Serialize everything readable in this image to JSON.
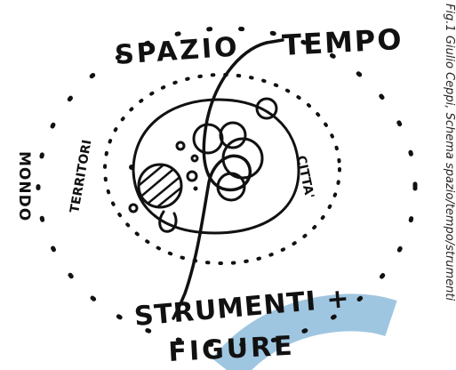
{
  "diagram": {
    "labels": {
      "spazio": "SPAZIO",
      "tempo": "TEMPO",
      "mondo": "MONDO",
      "territorio": "TERRITORI",
      "citta": "CITTA'",
      "strumenti": "STRUMENTI +",
      "figure": "FIGURE"
    },
    "accent_color": "#7fb3d5",
    "ink_color": "#111111"
  },
  "caption": "Fig.1 Giulio Ceppi, Schema spazio/tempo/strumenti"
}
